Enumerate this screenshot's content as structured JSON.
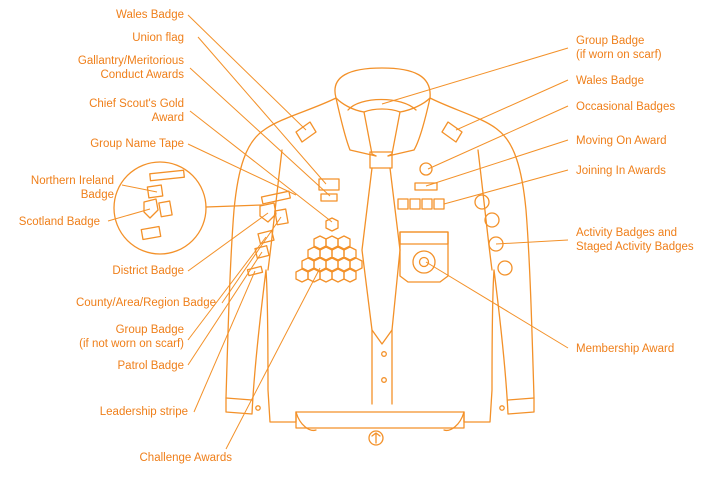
{
  "colors": {
    "line": "#f39129",
    "label": "#ef7f1a",
    "background": "#ffffff"
  },
  "labels": {
    "wales_badge_left": "Wales Badge",
    "union_flag": "Union flag",
    "gallantry": [
      "Gallantry/Meritorious",
      "Conduct Awards"
    ],
    "chief_scout": [
      "Chief Scout's Gold",
      "Award"
    ],
    "group_name_tape": "Group Name Tape",
    "northern_ireland": [
      "Northern Ireland",
      "Badge"
    ],
    "scotland": "Scotland Badge",
    "district": "District Badge",
    "county": "County/Area/Region Badge",
    "group_badge_not_scarf": [
      "Group Badge",
      "(if not worn on scarf)"
    ],
    "patrol": "Patrol Badge",
    "leadership": "Leadership stripe",
    "challenge": "Challenge Awards",
    "group_badge_scarf": [
      "Group Badge",
      "(if worn on scarf)"
    ],
    "wales_badge_right": "Wales Badge",
    "occasional": "Occasional Badges",
    "moving_on": "Moving On Award",
    "joining_in": "Joining In Awards",
    "activity": [
      "Activity Badges and",
      "Staged Activity Badges"
    ],
    "membership": "Membership Award"
  }
}
